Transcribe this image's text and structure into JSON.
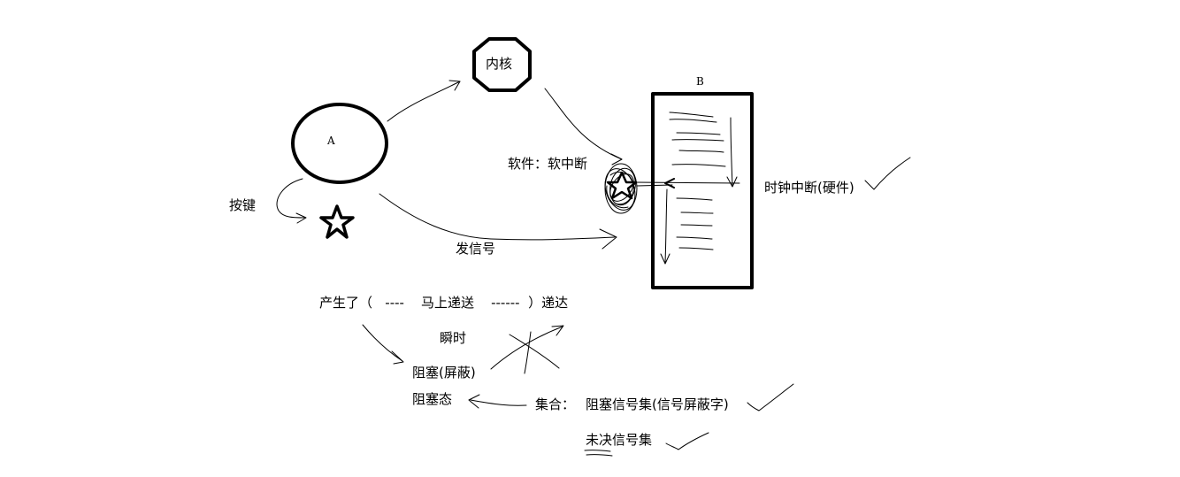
{
  "diagram": {
    "node_a": "A",
    "node_kernel": "内核",
    "node_b": "B",
    "label_keypress": "按键",
    "label_send_signal": "发信号",
    "label_software": "软件：软中断",
    "label_clock": "时钟中断(硬件)",
    "label_produce": "产生了（   ----    马上递送    ------  ）递达",
    "label_instant": "瞬时",
    "label_block_mask": "阻塞(屏蔽)",
    "label_block_state": "阻塞态",
    "label_set": "集合：",
    "label_block_set": "阻塞信号集(信号屏蔽字)",
    "label_pending_set": "未决信号集"
  }
}
